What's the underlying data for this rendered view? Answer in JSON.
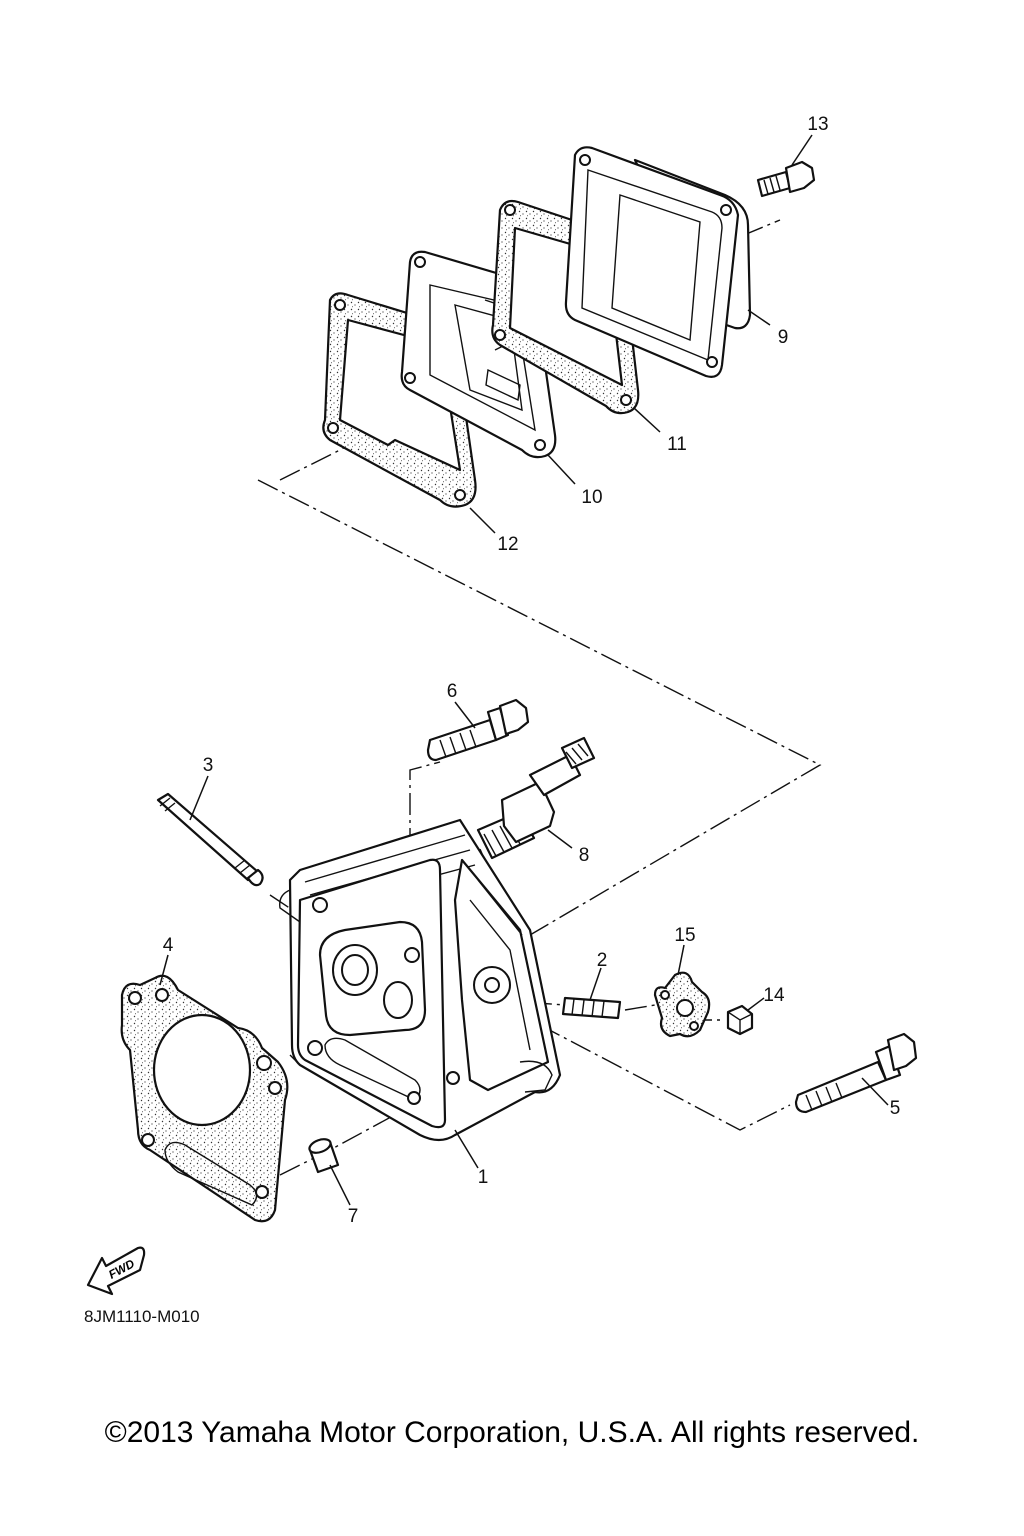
{
  "diagram_code": "8JM1110-M010",
  "copyright": "©2013 Yamaha Motor Corporation, U.S.A. All rights reserved.",
  "fwd_label": "FWD",
  "part_numbers": {
    "p1": "1",
    "p2": "2",
    "p3": "3",
    "p4": "4",
    "p5": "5",
    "p6": "6",
    "p7": "7",
    "p8": "8",
    "p9": "9",
    "p10": "10",
    "p11": "11",
    "p12": "12",
    "p13": "13",
    "p14": "14",
    "p15": "15"
  }
}
